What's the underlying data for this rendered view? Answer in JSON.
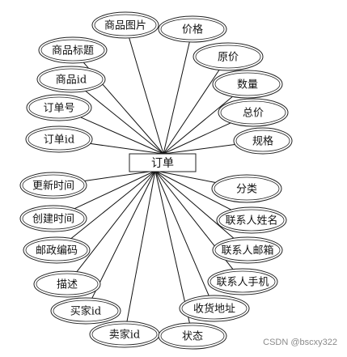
{
  "entity": {
    "label": "订单"
  },
  "attributes": [
    "商品图片",
    "价格",
    "商品标题",
    "原价",
    "商品id",
    "数量",
    "订单号",
    "总价",
    "订单id",
    "规格",
    "更新时间",
    "分类",
    "创建时间",
    "联系人姓名",
    "邮政编码",
    "联系人邮箱",
    "描述",
    "联系人手机",
    "买家id",
    "收货地址",
    "卖家id",
    "状态"
  ],
  "watermark": "CSDN @bscxy322"
}
